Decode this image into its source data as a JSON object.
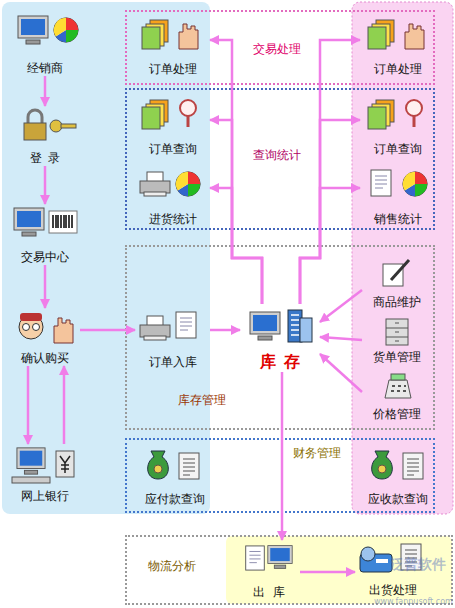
{
  "diagram": {
    "nodes": [
      {
        "text": [
          "经销商"
        ]
      },
      {
        "text": [
          "登录"
        ]
      },
      {
        "text": [
          "交易中心"
        ]
      },
      {
        "text": [
          "确认购买"
        ]
      },
      {
        "text": [
          "网上银行"
        ]
      },
      {
        "text": [
          "交易处理"
        ]
      },
      {
        "text": [
          "订单处理"
        ],
        "in": 5
      },
      {
        "text": [
          "订单处理"
        ],
        "in": 5
      },
      {
        "text": [
          "查询统计"
        ]
      },
      {
        "text": [
          "订单查询"
        ],
        "in": 8
      },
      {
        "text": [
          "订单查询"
        ],
        "in": 8
      },
      {
        "text": [
          "进货统计"
        ],
        "in": 8
      },
      {
        "text": [
          "销售统计"
        ],
        "in": 8
      },
      {
        "text": [
          "库存管理"
        ]
      },
      {
        "text": [
          "订单入库"
        ],
        "in": 13
      },
      {
        "text": [
          "库存"
        ],
        "in": 13
      },
      {
        "text": [
          "商品维护"
        ],
        "in": 13
      },
      {
        "text": [
          "货单管理"
        ],
        "in": 13
      },
      {
        "text": [
          "价格管理"
        ],
        "in": 13
      },
      {
        "text": [
          "财务管理"
        ]
      },
      {
        "text": [
          "应付款查询"
        ],
        "in": 19
      },
      {
        "text": [
          "应收款查询"
        ],
        "in": 19
      },
      {
        "text": [
          "物流分析"
        ]
      },
      {
        "text": [
          "出库"
        ],
        "in": 22
      },
      {
        "text": [
          "出货处理"
        ],
        "in": 22
      }
    ],
    "edges": [
      {
        "from": 0,
        "to": 1,
        "arrow": "to"
      },
      {
        "from": 1,
        "to": 2,
        "arrow": "to"
      },
      {
        "from": 2,
        "to": 3,
        "arrow": "to"
      },
      {
        "from": 3,
        "to": 4,
        "arrow": "to"
      },
      {
        "from": 4,
        "to": 3,
        "arrow": "to"
      },
      {
        "from": 3,
        "to": 14,
        "arrow": "to"
      },
      {
        "from": 14,
        "to": 15,
        "arrow": "to"
      },
      {
        "from": 15,
        "to": 23,
        "arrow": "to"
      },
      {
        "from": 23,
        "to": 24,
        "arrow": "to"
      },
      {
        "from": 16,
        "to": 15,
        "arrow": "to"
      },
      {
        "from": 17,
        "to": 15,
        "arrow": "to"
      },
      {
        "from": 18,
        "to": 15,
        "arrow": "to"
      },
      {
        "from": 15,
        "to": 6,
        "arrow": "to"
      },
      {
        "from": 15,
        "to": 9,
        "arrow": "to"
      },
      {
        "from": 15,
        "to": 11,
        "arrow": "to"
      },
      {
        "from": 15,
        "to": 7,
        "arrow": "to"
      },
      {
        "from": 15,
        "to": 10,
        "arrow": "to"
      },
      {
        "from": 15,
        "to": 12,
        "arrow": "to"
      }
    ],
    "labels": [
      "泛普软件",
      "www.fanpusoft.com"
    ]
  }
}
